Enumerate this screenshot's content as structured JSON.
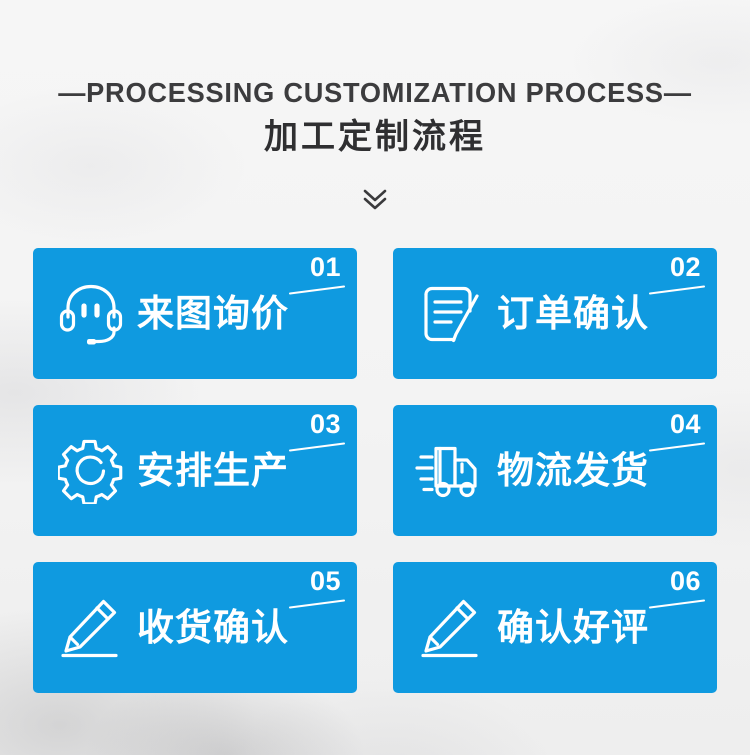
{
  "header": {
    "title_en": "—PROCESSING CUSTOMIZATION PROCESS—",
    "title_cn": "加工定制流程",
    "divider_icon": "double-chevron-down-icon"
  },
  "colors": {
    "card_blue": "#0f9ae0",
    "background": "#f4f4f4",
    "heading_dark": "#3c3c3e",
    "card_text": "#ffffff"
  },
  "process": {
    "steps": [
      {
        "number": "01",
        "label": "来图询价",
        "icon": "headset-icon"
      },
      {
        "number": "02",
        "label": "订单确认",
        "icon": "document-edit-icon"
      },
      {
        "number": "03",
        "label": "安排生产",
        "icon": "gear-icon"
      },
      {
        "number": "04",
        "label": "物流发货",
        "icon": "delivery-truck-icon"
      },
      {
        "number": "05",
        "label": "收货确认",
        "icon": "pencil-icon"
      },
      {
        "number": "06",
        "label": "确认好评",
        "icon": "pencil-icon"
      }
    ]
  }
}
